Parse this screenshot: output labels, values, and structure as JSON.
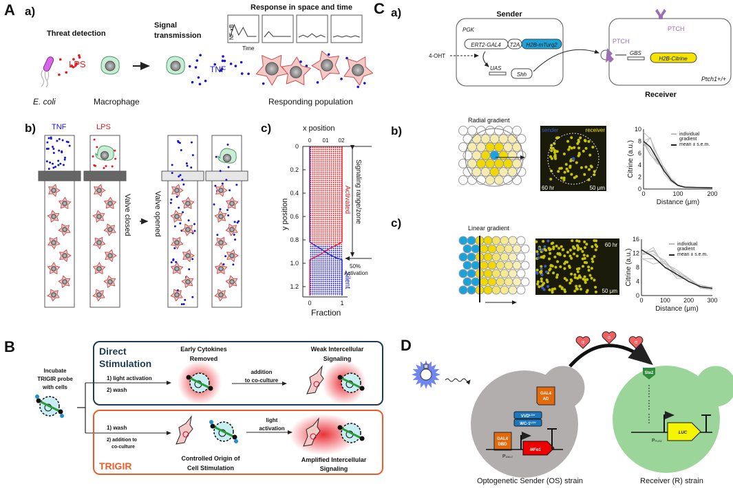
{
  "colors": {
    "red": "#e8191f",
    "blue": "#1515d0",
    "navy": "#1b3a57",
    "orange": "#f05a28",
    "purple": "#9b6fb0",
    "yellow": "#f5e400",
    "cyan": "#1aa3d9",
    "green_cell": "#9bd59a",
    "grey_cell": "#b3aeae"
  },
  "panelA": {
    "label": "A",
    "a": {
      "label": "a)",
      "threat": "Threat detection",
      "signal1": "Signal",
      "signal2": "transmission",
      "response_title": "Response in space and time",
      "nfkb": "NF-κB",
      "time": "Time",
      "lps": "LPS",
      "tnf": "TNF",
      "ecoli": "E. coli",
      "macrophage": "Macrophage",
      "responding": "Responding population"
    },
    "b": {
      "label": "b)",
      "tnf": "TNF",
      "lps": "LPS",
      "valve_closed": "Valve closed",
      "valve_opened": "Valve opened"
    },
    "c": {
      "label": "c)",
      "x_title": "x position",
      "x_ticks": [
        "0",
        "01",
        "02"
      ],
      "y_title": "y position",
      "y_ticks": [
        "0",
        "0.2",
        "0.4",
        "0.6",
        "0.8",
        "1.0",
        "1.2"
      ],
      "f_ticks": [
        "0",
        "1"
      ],
      "f_title": "Fraction",
      "activated": "Activated",
      "silent": "Silent",
      "range": "Signaling range/zone",
      "pct1": "50%",
      "pct2": "Activation"
    }
  },
  "panelB": {
    "label": "B",
    "incubate": [
      "Incubate",
      "TRIGIR probe",
      "with cells"
    ],
    "direct_title": [
      "Direct",
      "Stimulation"
    ],
    "direct_steps": [
      "1) light activation",
      "2) wash"
    ],
    "early": [
      "Early Cytokines",
      "Removed"
    ],
    "addition": [
      "addition",
      "to co-culture"
    ],
    "weak": [
      "Weak Intercellular",
      "Signaling"
    ],
    "trigir_title": "TRIGIR",
    "trigir_steps": [
      "1) wash",
      "2) addition to",
      "co-culture"
    ],
    "controlled": [
      "Controlled Origin of",
      "Cell Stimulation"
    ],
    "light": [
      "light",
      "activation"
    ],
    "amplified": [
      "Amplified Intercellular",
      "Signaling"
    ]
  },
  "panelC": {
    "label": "C",
    "a": {
      "label": "a)",
      "sender": "Sender",
      "receiver": "Receiver",
      "pgk": "PGK",
      "ert2": "ERT2-GAL4",
      "t2a": "T2A",
      "h2b_mturq": "H2B-mTurq2",
      "ohut": "4-OHT",
      "uas": "UAS",
      "shh": "Shh",
      "ptch": "PTCH",
      "gbs": "GBS",
      "h2b_citrine": "H2B-Citrine",
      "ptch1": "Ptch1+/+"
    },
    "b": {
      "label": "b)",
      "title": "Radial gradient",
      "sender": "sender",
      "receiver": "receiver",
      "time": "60 hr",
      "scale": "50 μm",
      "ylabel": "Citrine (a.u.)",
      "xlabel": "Distance (μm)",
      "y_ticks": [
        "0",
        "2",
        "4",
        "6",
        "8",
        "10"
      ],
      "x_ticks": [
        "0",
        "100",
        "200"
      ],
      "legend": [
        "individual",
        "gradient",
        "mean ± s.e.m."
      ],
      "mean_curve": [
        [
          0,
          8
        ],
        [
          20,
          7
        ],
        [
          40,
          5
        ],
        [
          60,
          3
        ],
        [
          80,
          1.5
        ],
        [
          100,
          0.6
        ],
        [
          120,
          0.3
        ],
        [
          200,
          0.2
        ]
      ]
    },
    "c": {
      "label": "c)",
      "title": "Linear gradient",
      "time": "60 hr",
      "scale": "50 μm",
      "ylabel": "Citrine (a.u.)",
      "xlabel": "Distance (μm)",
      "y_ticks": [
        "0",
        "4",
        "8",
        "12",
        "16"
      ],
      "x_ticks": [
        "0",
        "100",
        "200",
        "300"
      ],
      "legend": [
        "individual",
        "gradient",
        "mean ± s.e.m."
      ],
      "mean_curve": [
        [
          0,
          13
        ],
        [
          50,
          11
        ],
        [
          100,
          8
        ],
        [
          150,
          6
        ],
        [
          200,
          4
        ],
        [
          250,
          2.5
        ],
        [
          300,
          2
        ]
      ]
    }
  },
  "panelD": {
    "label": "D",
    "alpha": "α",
    "ste2": "Ste2",
    "gal4ad": [
      "GAL4",
      "AD"
    ],
    "vvd": "VVD",
    "wc1": "WC-1",
    "lov": "LOV",
    "gal4dbd": [
      "GAL4",
      "DBD"
    ],
    "mfa1": "MFα1",
    "pgal1": "P",
    "gal1": "GAL1",
    "luc": "LUC",
    "pfus1": "P",
    "fus1": "FUS1",
    "os_label": "Optogenetic Sender (OS) strain",
    "r_label": "Receiver (R) strain"
  }
}
